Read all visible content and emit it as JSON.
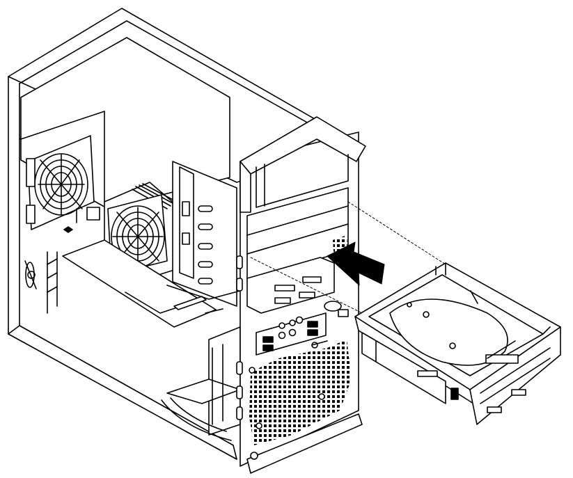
{
  "figure": {
    "type": "technical-line-drawing",
    "description_free": true,
    "colors": {
      "line": "#000000",
      "fill": "#ffffff",
      "grille": "#000000",
      "arrow": "#000000"
    },
    "parts": [
      {
        "id": "computer-chassis",
        "icon": "tower-chassis"
      },
      {
        "id": "power-supply",
        "icon": "psu-box"
      },
      {
        "id": "rear-fan",
        "icon": "fan"
      },
      {
        "id": "cpu-heatsink-fan",
        "icon": "fan"
      },
      {
        "id": "drive-cage",
        "icon": "drive-cage"
      },
      {
        "id": "optical-bays",
        "icon": "bay-slots"
      },
      {
        "id": "front-io-panel",
        "icon": "usb-audio-ports"
      },
      {
        "id": "insertion-arrow",
        "icon": "arrow"
      },
      {
        "id": "card-reader-drive-bracket",
        "icon": "drive-bracket"
      },
      {
        "id": "hard-disk-drive",
        "icon": "hdd"
      }
    ]
  }
}
